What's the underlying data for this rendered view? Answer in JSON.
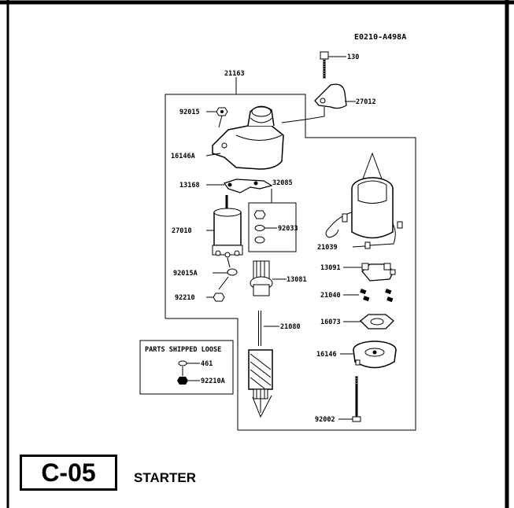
{
  "ref_code": "E0210-A498A",
  "section_code": "C-05",
  "section_title": "STARTER",
  "loose_box_title": "PARTS SHIPPED LOOSE",
  "labels": {
    "p130": "130",
    "p21163": "21163",
    "p27012": "27012",
    "p92015": "92015",
    "p16146A": "16146A",
    "p13168": "13168",
    "p32085": "32085",
    "p27010": "27010",
    "p92033": "92033",
    "p21039": "21039",
    "p13091": "13091",
    "p92015A": "92015A",
    "p13081": "13081",
    "p92210": "92210",
    "p21040": "21040",
    "p16073": "16073",
    "p21080": "21080",
    "p16146": "16146",
    "p461": "461",
    "p92210A": "92210A",
    "p92002": "92002"
  }
}
